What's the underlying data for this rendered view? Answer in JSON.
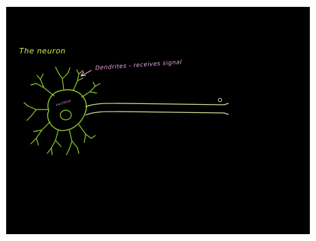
{
  "title": "The neuron",
  "dendrite_label": "Dendrites - receives signal",
  "nucleus_label": "nucleus",
  "colors": {
    "background": "#000000",
    "title": "#e0ea42",
    "label": "#e9a3ea",
    "neuron": "#8fd02e",
    "axon": "#d6e596",
    "arrow": "#e9a3ea"
  }
}
